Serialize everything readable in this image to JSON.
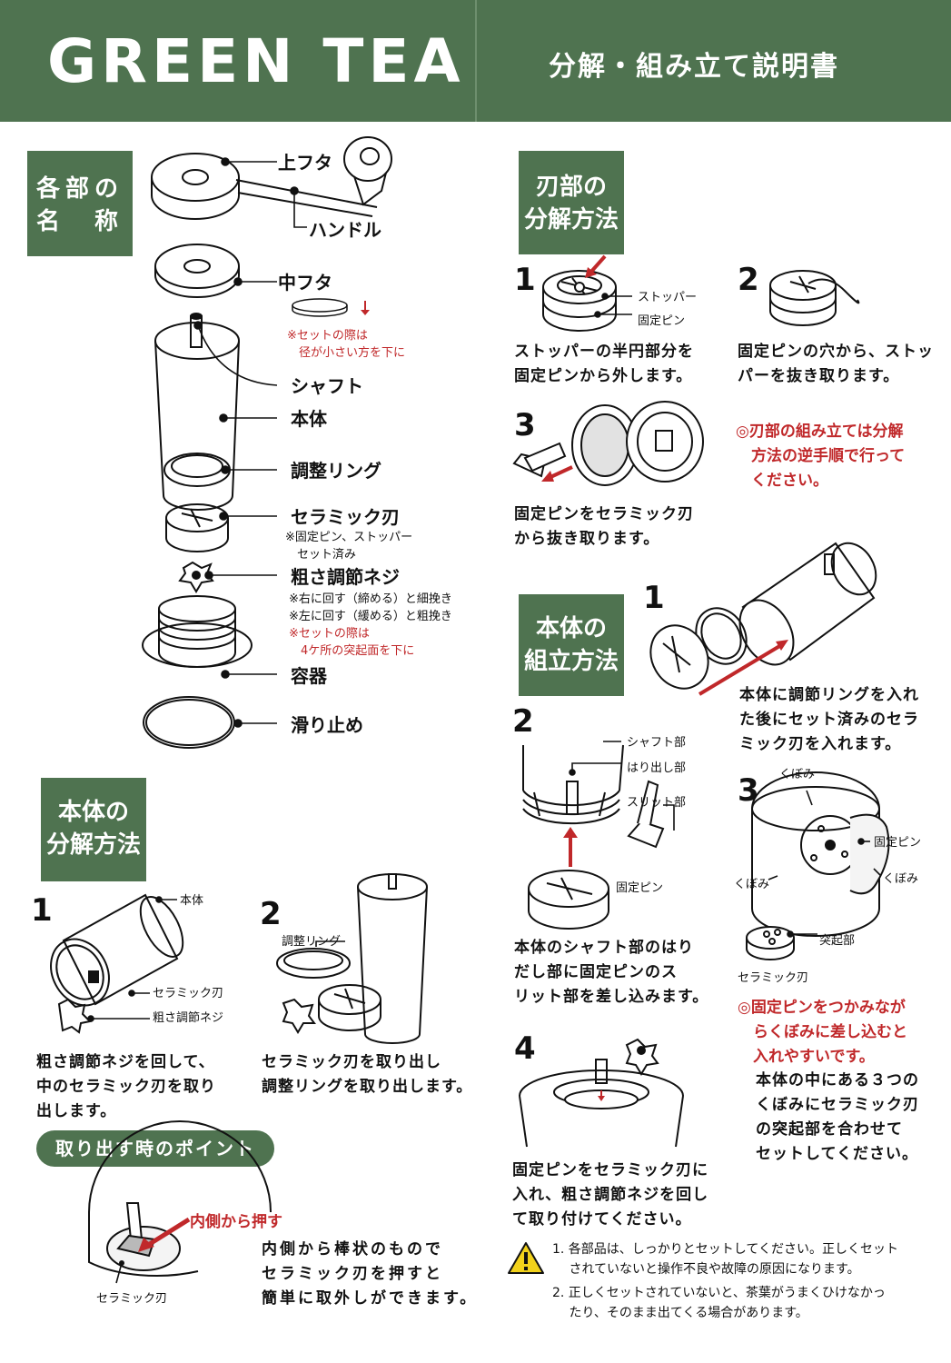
{
  "header": {
    "title": "GREEN TEA",
    "subtitle": "分解・組み立て説明書"
  },
  "parts": {
    "heading": "各部の\n名　称",
    "items": {
      "lid": "上フタ",
      "handle": "ハンドル",
      "inner_lid": "中フタ",
      "inner_lid_note": "※セットの際は\n　径が小さい方を下に",
      "shaft": "シャフト",
      "body": "本体",
      "ring": "調整リング",
      "blade": "セラミック刃",
      "blade_note": "※固定ピン、ストッパー\n　セット済み",
      "screw": "粗さ調節ネジ",
      "screw_note_1": "※右に回す（締める）と細挽き\n※左に回す（緩める）と粗挽き",
      "screw_note_2": "※セットの際は\n　4ケ所の突起面を下に",
      "container": "容器",
      "nonslip": "滑り止め"
    }
  },
  "body_disassembly": {
    "heading": "本体の\n分解方法",
    "step1": {
      "num": "1",
      "label_body": "本体",
      "label_blade": "セラミック刃",
      "label_screw": "粗さ調節ネジ",
      "text": "粗さ調節ネジを回して、\n中のセラミック刃を取り\n出します。"
    },
    "step2": {
      "num": "2",
      "label_ring": "調整リング",
      "text": "セラミック刃を取り出し\n調整リングを取り出します。"
    },
    "point_title": "取り出す時のポイント",
    "push_label": "内側から押す",
    "point_blade_label": "セラミック刃",
    "point_text": "内側から棒状のもので\nセラミック刃を押すと\n簡単に取外しができます。"
  },
  "blade_disassembly": {
    "heading": "刃部の\n分解方法",
    "step1": {
      "num": "1",
      "label_stopper": "ストッパー",
      "label_pin": "固定ピン",
      "text": "ストッパーの半円部分を\n固定ピンから外します。"
    },
    "step2": {
      "num": "2",
      "text": "固定ピンの穴から、ストッ\nパーを抜き取ります。"
    },
    "step3": {
      "num": "3",
      "text": "固定ピンをセラミック刃\nから抜き取ります。"
    },
    "note": "◎刃部の組み立ては分解\n　方法の逆手順で行って\n　ください。"
  },
  "body_assembly": {
    "heading": "本体の\n組立方法",
    "step1": {
      "num": "1",
      "text": "本体に調節リングを入れ\nた後にセット済みのセラ\nミック刃を入れます。"
    },
    "step2": {
      "num": "2",
      "label_shaft": "シャフト部",
      "label_protrusion": "はり出し部",
      "label_slit": "スリット部",
      "label_pin": "固定ピン",
      "text": "本体のシャフト部のはり\nだし部に固定ピンのス\nリット部を差し込みます。"
    },
    "step3": {
      "num": "3",
      "label_recess_top": "くぼみ",
      "label_recess_left": "くぼみ",
      "label_recess_right": "くぼみ",
      "label_pin": "固定ピン",
      "label_bump": "突起部",
      "label_blade": "セラミック刃",
      "note": "◎固定ピンをつかみなが\n　らくぼみに差し込むと\n　入れやすいです。",
      "text": "本体の中にある３つの\nくぼみにセラミック刃\nの突起部を合わせて\nセットしてください。"
    },
    "step4": {
      "num": "4",
      "text": "固定ピンをセラミック刃に\n入れ、粗さ調節ネジを回し\nて取り付けてください。"
    }
  },
  "warnings": {
    "icon": "warning-triangle-icon",
    "w1": "1. 各部品は、しっかりとセットしてください。正しくセット\n　 されていないと操作不良や故障の原因になります。",
    "w2": "2. 正しくセットされていないと、茶葉がうまくひけなかっ\n　 たり、そのまま出てくる場合があります。"
  },
  "colors": {
    "brand_green": "#4f7350",
    "accent_red": "#c0282a"
  }
}
